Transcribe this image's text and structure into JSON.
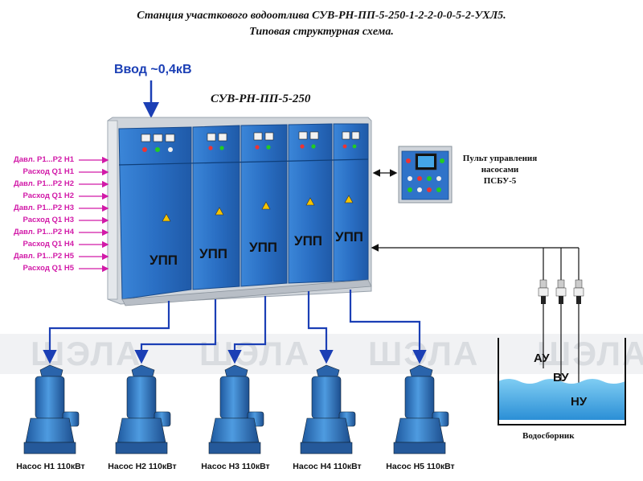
{
  "title_line1": "Станция участкового водоотлива СУВ-РН-ПП-5-250-1-2-2-0-0-5-2-УХЛ5.",
  "title_line2": "Типовая структурная схема.",
  "input_label": "Ввод ~0,4кВ",
  "cabinet_title": "СУВ-РН-ПП-5-250",
  "section_label": "УПП",
  "signals": [
    "Давл. Р1...Р2 Н1",
    "Расход Q1 Н1",
    "Давл. Р1...Р2 Н2",
    "Расход Q1 Н2",
    "Давл. Р1...Р2 Н3",
    "Расход Q1 Н3",
    "Давл. Р1...Р2 Н4",
    "Расход Q1 Н4",
    "Давл. Р1...Р2 Н5",
    "Расход Q1 Н5"
  ],
  "pult": {
    "line1": "Пульт управления",
    "line2": "насосами",
    "line3": "ПСБУ-5"
  },
  "pumps": [
    "Насос Н1 110кВт",
    "Насос Н2 110кВт",
    "Насос Н3 110кВт",
    "Насос Н4 110кВт",
    "Насос Н5 110кВт"
  ],
  "tank": {
    "label": "Водосборник",
    "levels": [
      "АУ",
      "ВУ",
      "НУ"
    ]
  },
  "watermark": "ШЭЛА",
  "colors": {
    "arrow": "#1b3fb5",
    "signal": "#d21aa8",
    "cabinet": "#2f73c9",
    "cabinet_frame": "#cfd4da",
    "water": "#4fb3ea"
  }
}
